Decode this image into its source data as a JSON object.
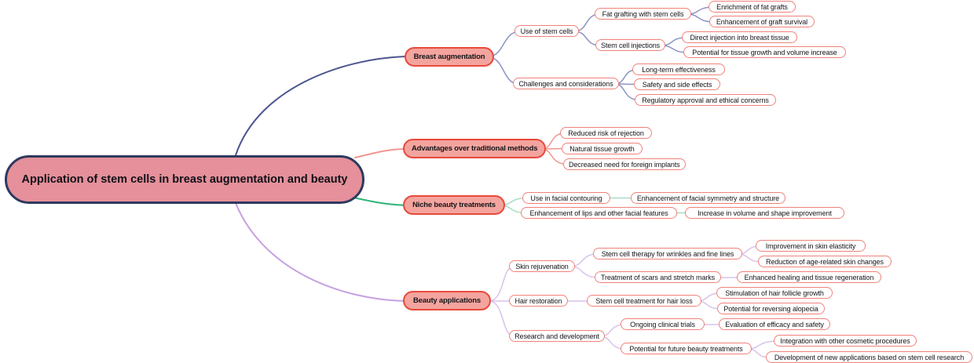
{
  "colors": {
    "center_fill": "#e5909a",
    "center_border": "#2d3a5f",
    "branch_fill": "#f4a49e",
    "branch_border": "#e84a3c",
    "leaf_fill": "#ffffff",
    "leaf_border": "#f0827a",
    "link_breast": "#4d5490",
    "link_breast_sub": "#8d93c4",
    "link_advantages": "#f2968e",
    "link_niche": "#2eb377",
    "link_niche_sub": "#a8dcc4",
    "link_beauty": "#c6a0e2",
    "link_beauty_sub": "#d9c3ec"
  },
  "mindmap": {
    "root": {
      "label": "Application of stem cells in breast augmentation and beauty",
      "children": [
        {
          "label": "Breast augmentation",
          "children": [
            {
              "label": "Use of stem cells",
              "children": [
                {
                  "label": "Fat grafting with stem cells",
                  "children": [
                    {
                      "label": "Enrichment of fat grafts"
                    },
                    {
                      "label": "Enhancement of graft survival"
                    }
                  ]
                },
                {
                  "label": "Stem cell injections",
                  "children": [
                    {
                      "label": "Direct injection into breast tissue"
                    },
                    {
                      "label": "Potential for tissue growth and volume increase"
                    }
                  ]
                }
              ]
            },
            {
              "label": "Challenges and considerations",
              "children": [
                {
                  "label": "Long-term effectiveness"
                },
                {
                  "label": "Safety and side effects"
                },
                {
                  "label": "Regulatory approval and ethical concerns"
                }
              ]
            }
          ]
        },
        {
          "label": "Advantages over traditional methods",
          "children": [
            {
              "label": "Reduced risk of rejection"
            },
            {
              "label": "Natural tissue growth"
            },
            {
              "label": "Decreased need for foreign implants"
            }
          ]
        },
        {
          "label": "Niche beauty treatments",
          "children": [
            {
              "label": "Use in facial contouring",
              "children": [
                {
                  "label": "Enhancement of facial symmetry and structure"
                }
              ]
            },
            {
              "label": "Enhancement of lips and other facial features",
              "children": [
                {
                  "label": "Increase in volume and shape improvement"
                }
              ]
            }
          ]
        },
        {
          "label": "Beauty applications",
          "children": [
            {
              "label": "Skin rejuvenation",
              "children": [
                {
                  "label": "Stem cell therapy for wrinkles and fine lines",
                  "children": [
                    {
                      "label": "Improvement in skin elasticity"
                    },
                    {
                      "label": "Reduction of age-related skin changes"
                    }
                  ]
                },
                {
                  "label": "Treatment of scars and stretch marks",
                  "children": [
                    {
                      "label": "Enhanced healing and tissue regeneration"
                    }
                  ]
                }
              ]
            },
            {
              "label": "Hair restoration",
              "children": [
                {
                  "label": "Stem cell treatment for hair loss",
                  "children": [
                    {
                      "label": "Stimulation of hair follicle growth"
                    },
                    {
                      "label": "Potential for reversing alopecia"
                    }
                  ]
                }
              ]
            },
            {
              "label": "Research and development",
              "children": [
                {
                  "label": "Ongoing clinical trials",
                  "children": [
                    {
                      "label": "Evaluation of efficacy and safety"
                    }
                  ]
                },
                {
                  "label": "Potential for future beauty treatments",
                  "children": [
                    {
                      "label": "Integration with other cosmetic procedures"
                    },
                    {
                      "label": "Development of new applications based on stem cell research"
                    }
                  ]
                }
              ]
            }
          ]
        }
      ]
    }
  }
}
